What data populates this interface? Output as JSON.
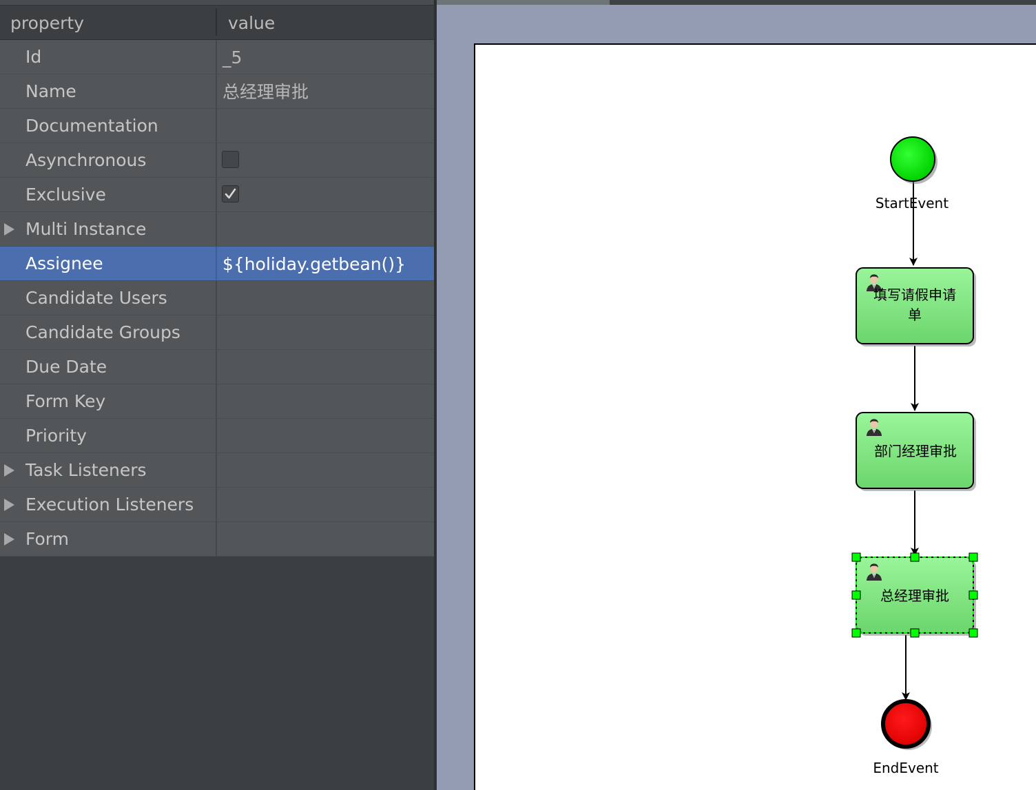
{
  "properties": {
    "headers": {
      "property": "property",
      "value": "value"
    },
    "rows": [
      {
        "label": "Id",
        "value": "_5"
      },
      {
        "label": "Name",
        "value": "总经理审批"
      },
      {
        "label": "Documentation",
        "value": ""
      },
      {
        "label": "Asynchronous",
        "checkbox": true,
        "checked": false
      },
      {
        "label": "Exclusive",
        "checkbox": true,
        "checked": true
      },
      {
        "label": "Multi Instance",
        "expandable": true,
        "value": ""
      },
      {
        "label": "Assignee",
        "value": "${holiday.getbean()}",
        "selected": true
      },
      {
        "label": "Candidate Users",
        "value": ""
      },
      {
        "label": "Candidate Groups",
        "value": ""
      },
      {
        "label": "Due Date",
        "value": ""
      },
      {
        "label": "Form Key",
        "value": ""
      },
      {
        "label": "Priority",
        "value": ""
      },
      {
        "label": "Task Listeners",
        "expandable": true,
        "value": ""
      },
      {
        "label": "Execution Listeners",
        "expandable": true,
        "value": ""
      },
      {
        "label": "Form",
        "expandable": true,
        "value": ""
      }
    ]
  },
  "diagram": {
    "start_event": {
      "label": "StartEvent",
      "color": "#00dd00"
    },
    "tasks": [
      {
        "label_line1": "填写请假申请",
        "label_line2": "单",
        "icon": "user-icon",
        "selected": false
      },
      {
        "label_line1": "部门经理审批",
        "label_line2": "",
        "icon": "user-icon",
        "selected": false
      },
      {
        "label_line1": "总经理审批",
        "label_line2": "",
        "icon": "user-icon",
        "selected": true
      }
    ],
    "end_event": {
      "label": "EndEvent",
      "color": "#ee0000"
    },
    "colors": {
      "task_fill_top": "#98f598",
      "task_fill_bottom": "#6ad66a",
      "selection_handle": "#00ff00",
      "background": "#939cb2"
    }
  }
}
